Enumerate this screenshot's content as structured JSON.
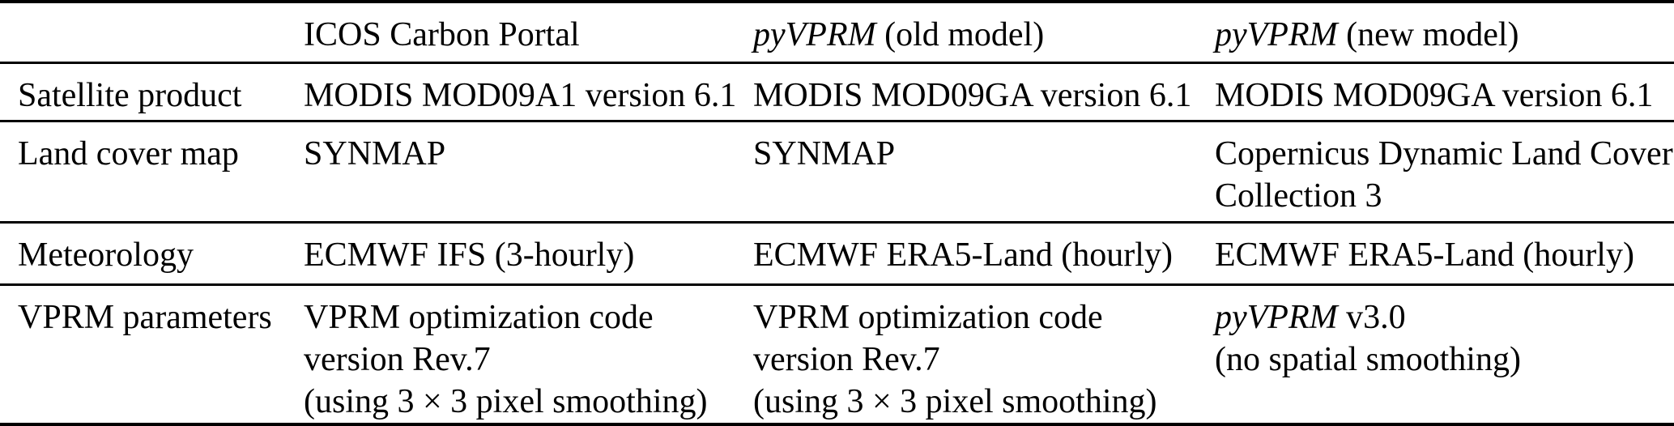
{
  "header": {
    "col1": "",
    "col2": "ICOS Carbon Portal",
    "col3_italic": "pyVPRM",
    "col3_rest": " (old model)",
    "col4_italic": "pyVPRM",
    "col4_rest": " (new model)"
  },
  "rows": {
    "satellite": {
      "label": "Satellite product",
      "icos": "MODIS MOD09A1 version 6.1",
      "old": "MODIS MOD09GA version 6.1",
      "new": "MODIS MOD09GA version 6.1"
    },
    "landcover": {
      "label": "Land cover map",
      "icos": "SYNMAP",
      "old": "SYNMAP",
      "new_line1": "Copernicus Dynamic Land Cover",
      "new_line2": "Collection 3"
    },
    "meteorology": {
      "label": "Meteorology",
      "icos": "ECMWF IFS (3-hourly)",
      "old": "ECMWF ERA5-Land (hourly)",
      "new": "ECMWF ERA5-Land (hourly)"
    },
    "vprm": {
      "label": "VPRM parameters",
      "icos_line1": "VPRM optimization code",
      "icos_line2": "version Rev.7",
      "icos_line3": "(using 3 × 3 pixel smoothing)",
      "old_line1": "VPRM optimization code",
      "old_line2": "version Rev.7",
      "old_line3": "(using 3 × 3 pixel smoothing)",
      "new_italic": "pyVPRM",
      "new_line1_rest": " v3.0",
      "new_line2": "(no spatial smoothing)"
    }
  },
  "colors": {
    "text": "#000000",
    "rule": "#000000",
    "background": "#ffffff"
  }
}
